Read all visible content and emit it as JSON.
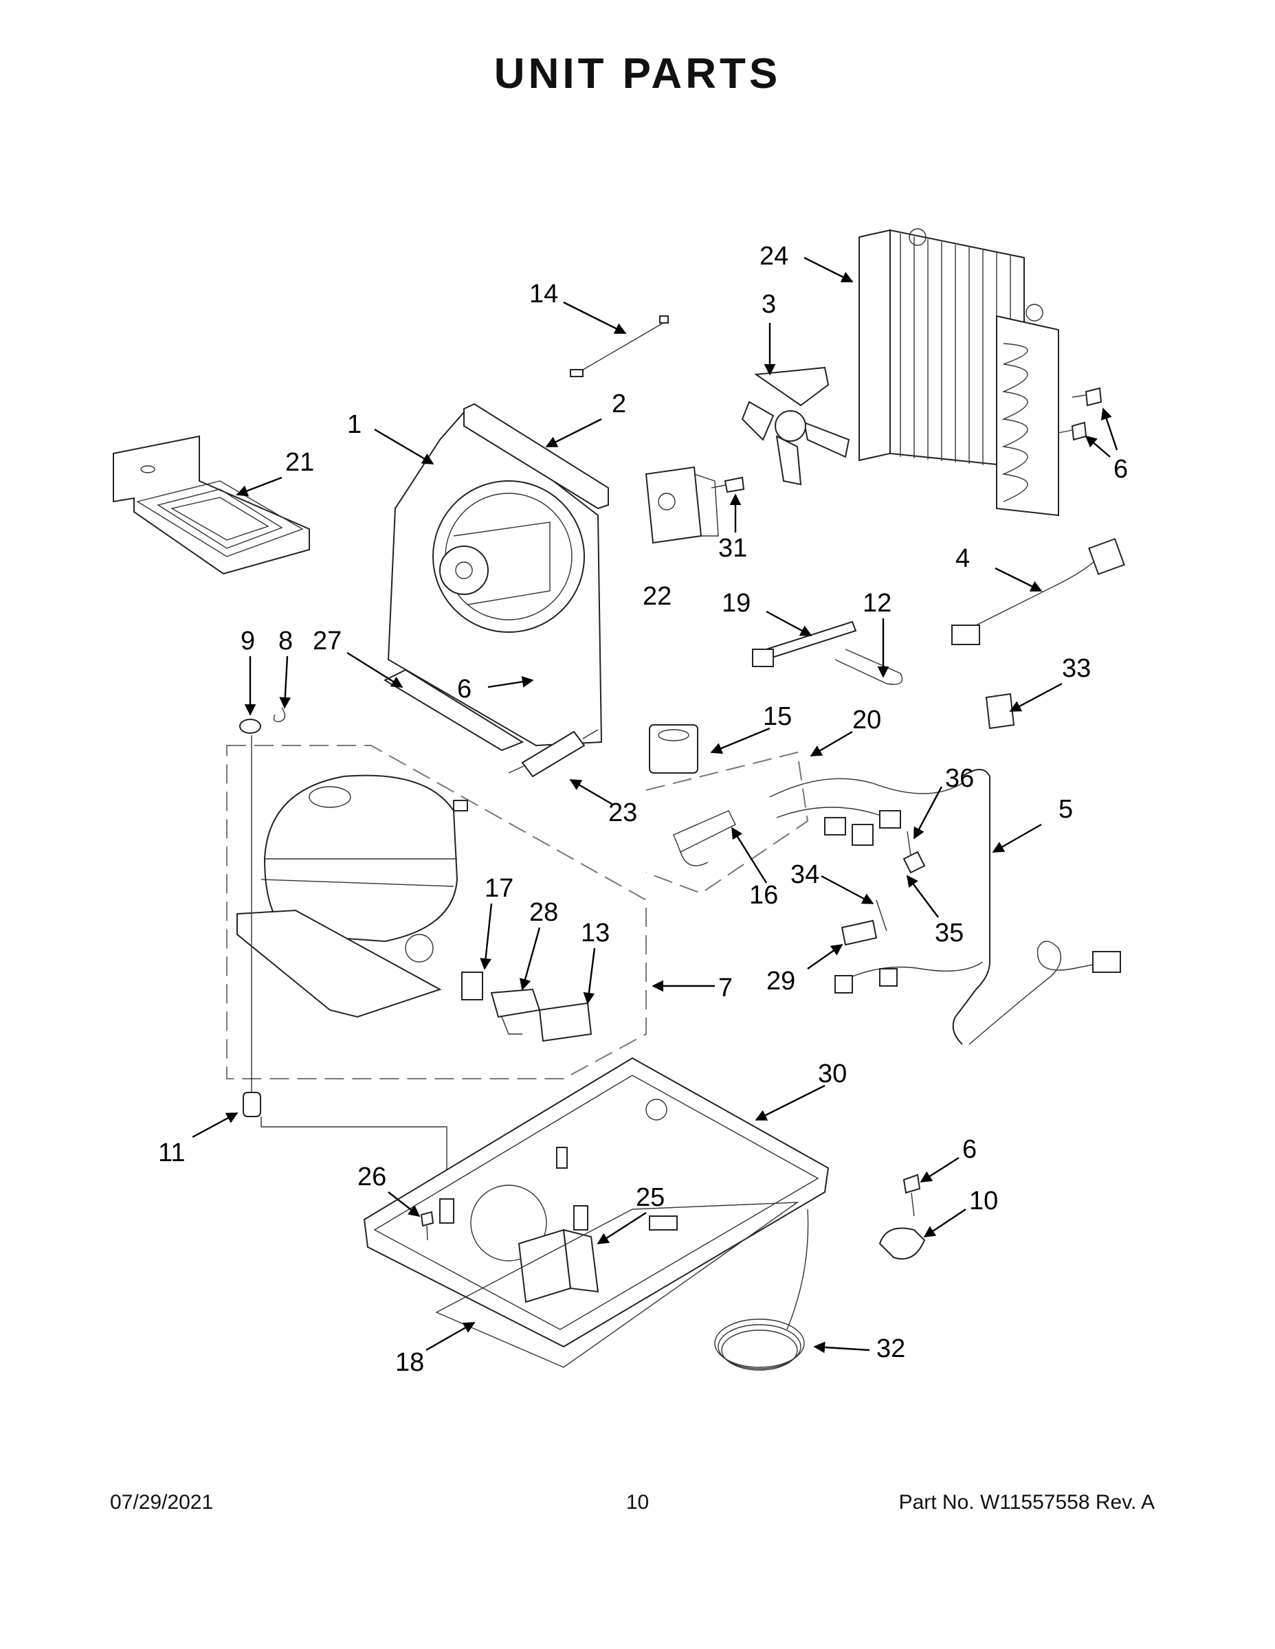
{
  "title": "UNIT PARTS",
  "callouts": {
    "c1": "1",
    "c2": "2",
    "c3": "3",
    "c4": "4",
    "c5": "5",
    "c6a": "6",
    "c6b": "6",
    "c6c": "6",
    "c7": "7",
    "c8": "8",
    "c9": "9",
    "c10": "10",
    "c11": "11",
    "c12": "12",
    "c13": "13",
    "c14": "14",
    "c15": "15",
    "c16": "16",
    "c17": "17",
    "c18": "18",
    "c19": "19",
    "c20": "20",
    "c21": "21",
    "c22": "22",
    "c23": "23",
    "c24": "24",
    "c25": "25",
    "c26": "26",
    "c27": "27",
    "c28": "28",
    "c29": "29",
    "c30": "30",
    "c31": "31",
    "c32": "32",
    "c33": "33",
    "c34": "34",
    "c35": "35",
    "c36": "36"
  },
  "footer": {
    "date": "07/29/2021",
    "page": "10",
    "part_number": "Part No.  W11557558  Rev.  A"
  }
}
